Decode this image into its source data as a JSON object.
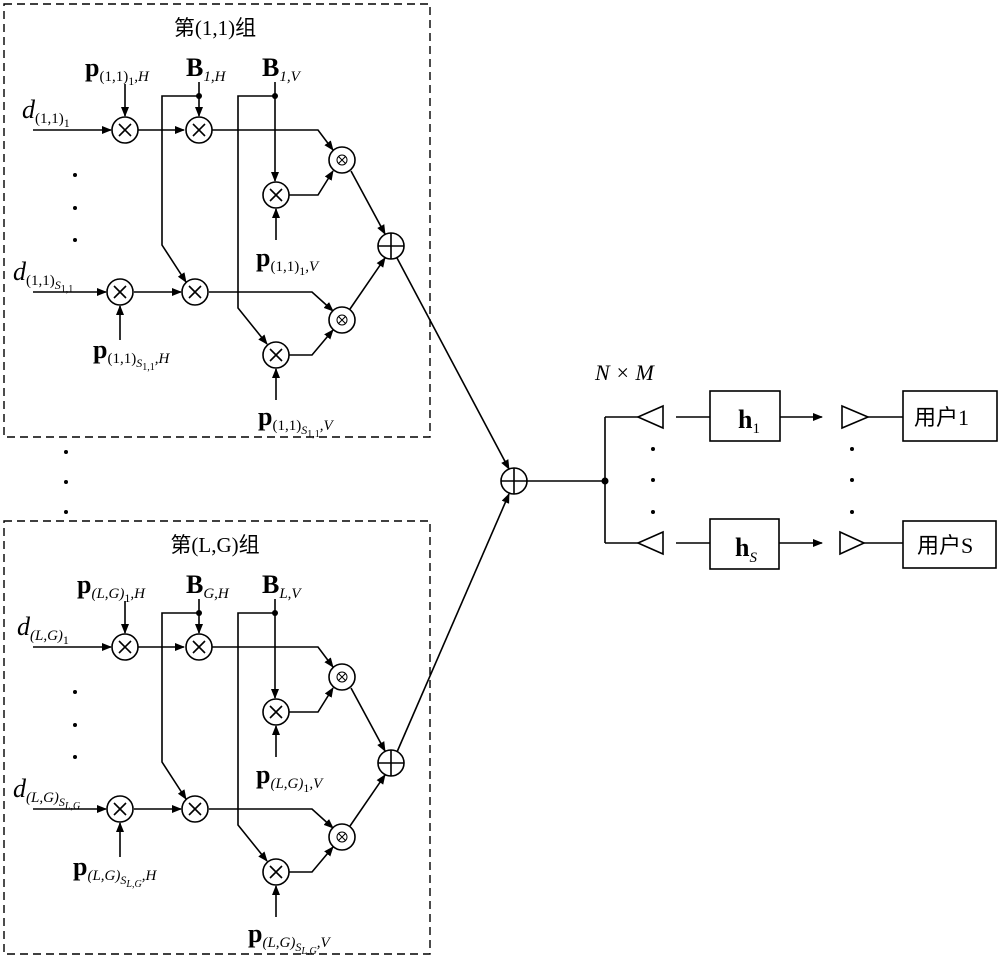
{
  "groups": [
    {
      "title": "第(1,1)组",
      "labels": {
        "p_first_H": {
          "m": "p",
          "s": "(1,1)",
          "ss": "1",
          "t": ",H"
        },
        "B_H": {
          "m": "B",
          "s": "1,H"
        },
        "B_V": {
          "m": "B",
          "s": "1,V"
        },
        "d_first": {
          "m": "d",
          "s": "(1,1)",
          "ss": "1"
        },
        "d_last": {
          "m": "d",
          "s": "(1,1)",
          "ss": "S",
          "sss": "1,1"
        },
        "p_first_V": {
          "m": "p",
          "s": "(1,1)",
          "ss": "1",
          "t": ",V"
        },
        "p_last_H": {
          "m": "p",
          "s": "(1,1)",
          "ss": "S",
          "sss": "1,1",
          "t": ",H"
        },
        "p_last_V": {
          "m": "p",
          "s": "(1,1)",
          "ss": "S",
          "sss": "1,1",
          "t": ",V"
        }
      }
    },
    {
      "title": "第(L,G)组",
      "labels": {
        "p_first_H": {
          "m": "p",
          "s": "(L,G)",
          "ss": "1",
          "t": ",H"
        },
        "B_H": {
          "m": "B",
          "s": "G,H"
        },
        "B_V": {
          "m": "B",
          "s": "L,V"
        },
        "d_first": {
          "m": "d",
          "s": "(L,G)",
          "ss": "1"
        },
        "d_last": {
          "m": "d",
          "s": "(L,G)",
          "ss": "S",
          "sss": "L,G"
        },
        "p_first_V": {
          "m": "p",
          "s": "(L,G)",
          "ss": "1",
          "t": ",V"
        },
        "p_last_H": {
          "m": "p",
          "s": "(L,G)",
          "ss": "S",
          "sss": "L,G",
          "t": ",H"
        },
        "p_last_V": {
          "m": "p",
          "s": "(L,G)",
          "ss": "S",
          "sss": "L,G",
          "t": ",V"
        }
      }
    }
  ],
  "array_label": "N × M",
  "channels": [
    {
      "m": "h",
      "s": "1"
    },
    {
      "m": "h",
      "s": "S"
    }
  ],
  "users": [
    "用户1",
    "用户S"
  ],
  "icons": [
    "multiplier-icon",
    "kronecker-product-icon",
    "adder-icon",
    "antenna-icon",
    "arrow-icon"
  ],
  "colors": {
    "line": "#000000",
    "background": "#ffffff"
  }
}
